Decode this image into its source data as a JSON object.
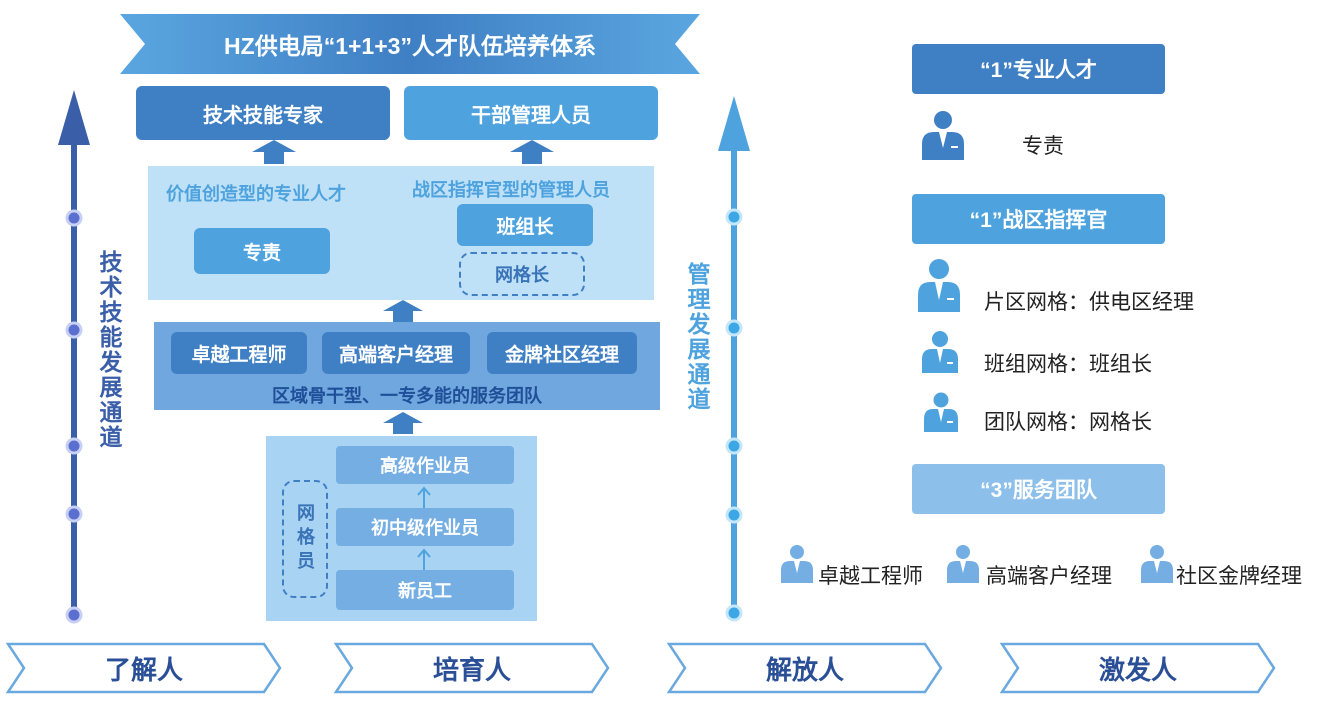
{
  "banner": {
    "title": "HZ供电局“1+1+3”人才队伍培养体系"
  },
  "top_boxes": {
    "left": "技术技能专家",
    "right": "干部管理人员"
  },
  "upper_section": {
    "left_title": "价值创造型的专业人才",
    "right_title": "战区指挥官型的管理人员",
    "zhuanze": "专责",
    "banzuzhang": "班组长",
    "wanggezhang": "网格长"
  },
  "middle_section": {
    "items": [
      "卓越工程师",
      "高端客户经理",
      "金牌社区经理"
    ],
    "caption": "区域骨干型、一专多能的服务团队"
  },
  "lower_section": {
    "levels": [
      "高级作业员",
      "初中级作业员",
      "新员工"
    ],
    "grid_member": "网格员"
  },
  "left_axis": {
    "label": "技术技能发展通道"
  },
  "right_axis": {
    "label": "管理发展通道"
  },
  "bottom_stages": [
    "了解人",
    "培育人",
    "解放人",
    "激发人"
  ],
  "legend": {
    "header1": "“1”专业人才",
    "item1": "专责",
    "header2": "“1”战区指挥官",
    "grid_items": [
      "片区网格：供电区经理",
      "班组网格：班组长",
      "团队网格：网格长"
    ],
    "header3": "“3”服务团队",
    "team_items": [
      "卓越工程师",
      "高端客户经理",
      "社区金牌经理"
    ]
  },
  "colors": {
    "dark_blue": "#3f7fc4",
    "mid_blue": "#4ea3de",
    "light_blue": "#a9d3f3",
    "pale_blue": "#bfe1f8",
    "navy_text": "#3a5ea8"
  },
  "icons": [
    "person-icon",
    "up-arrow-icon",
    "chevron-arrow-icon"
  ]
}
